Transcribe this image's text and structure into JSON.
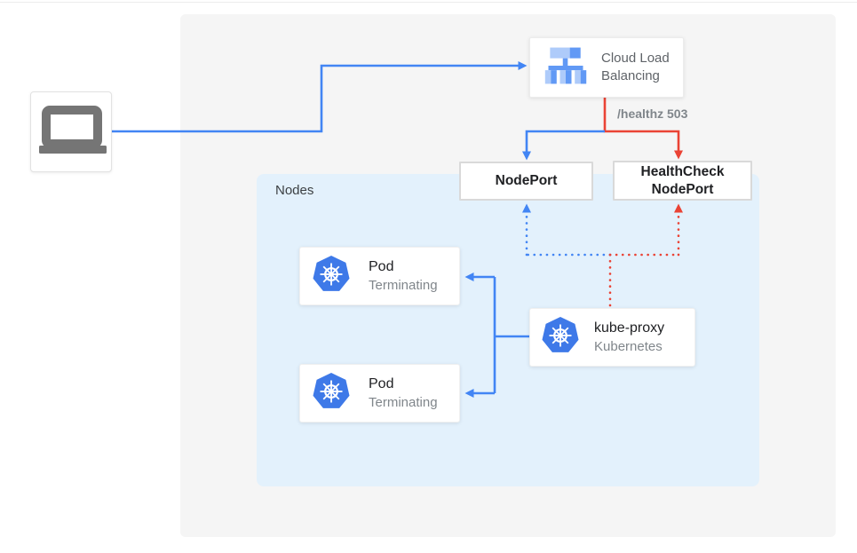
{
  "colors": {
    "accent-blue": "#4285f4",
    "accent-red": "#ea4335",
    "k8s-blue": "#3e79e8",
    "gcp-icon-light": "#aecbfa",
    "gcp-icon-medium": "#6199f5",
    "panel-gray": "#f5f5f5",
    "panel-blue": "#e3f1fc",
    "text-dark": "#202124",
    "text-gray": "#5f6368",
    "text-muted": "#80868b",
    "laptop-gray": "#757575"
  },
  "diagram": {
    "client": {
      "icon": "laptop-icon"
    },
    "cloud_load_balancing": {
      "label": "Cloud Load Balancing",
      "icon": "load-balancer-icon"
    },
    "healthz_badge": "/healthz 503",
    "nodes_group": {
      "label": "Nodes"
    },
    "nodeport": {
      "label": "NodePort"
    },
    "healthcheck_nodeport": {
      "label": "HealthCheck NodePort"
    },
    "pods": [
      {
        "title": "Pod",
        "status": "Terminating",
        "icon": "kubernetes-icon"
      },
      {
        "title": "Pod",
        "status": "Terminating",
        "icon": "kubernetes-icon"
      }
    ],
    "kube_proxy": {
      "title": "kube-proxy",
      "subtitle": "Kubernetes",
      "icon": "kubernetes-icon"
    }
  }
}
